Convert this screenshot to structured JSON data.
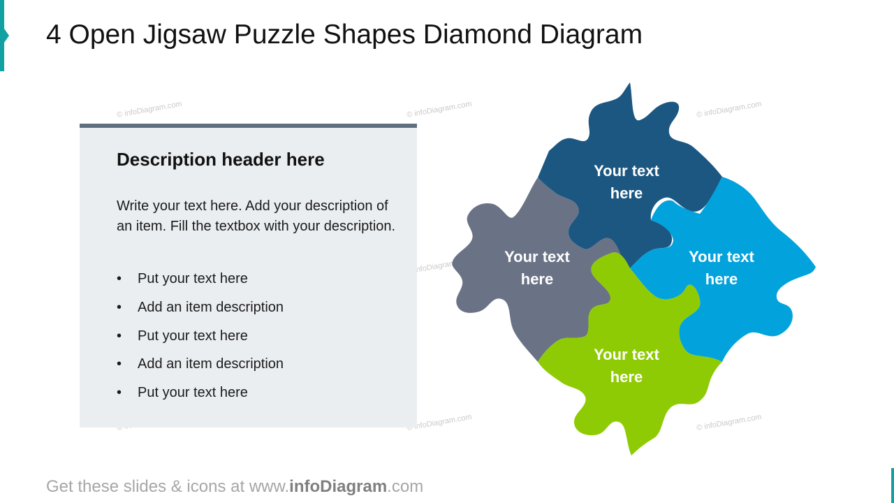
{
  "title": "4 Open Jigsaw Puzzle Shapes Diamond Diagram",
  "colors": {
    "accent": "#12a1a3",
    "panel_bg": "#ebeef1",
    "panel_border": "#5f6f80",
    "piece_top": "#1c5782",
    "piece_left": "#6a7385",
    "piece_right": "#02a3dc",
    "piece_bottom": "#8fcb04"
  },
  "description": {
    "header": "Description header here",
    "body": "Write your text here. Add your description of an item. Fill the textbox with your description.",
    "bullets": [
      "Put your text here",
      "Add an item description",
      "Put your text here",
      "Add an item description",
      "Put your text here"
    ]
  },
  "puzzle": {
    "pieces": [
      {
        "id": "top",
        "line1": "Your text",
        "line2": "here"
      },
      {
        "id": "left",
        "line1": "Your text",
        "line2": "here"
      },
      {
        "id": "right",
        "line1": "Your text",
        "line2": "here"
      },
      {
        "id": "bottom",
        "line1": "Your text",
        "line2": "here"
      }
    ]
  },
  "watermark": "© infoDiagram.com",
  "footer": {
    "prefix": "Get these slides & icons at www.",
    "brand": "infoDiagram",
    "suffix": ".com"
  }
}
